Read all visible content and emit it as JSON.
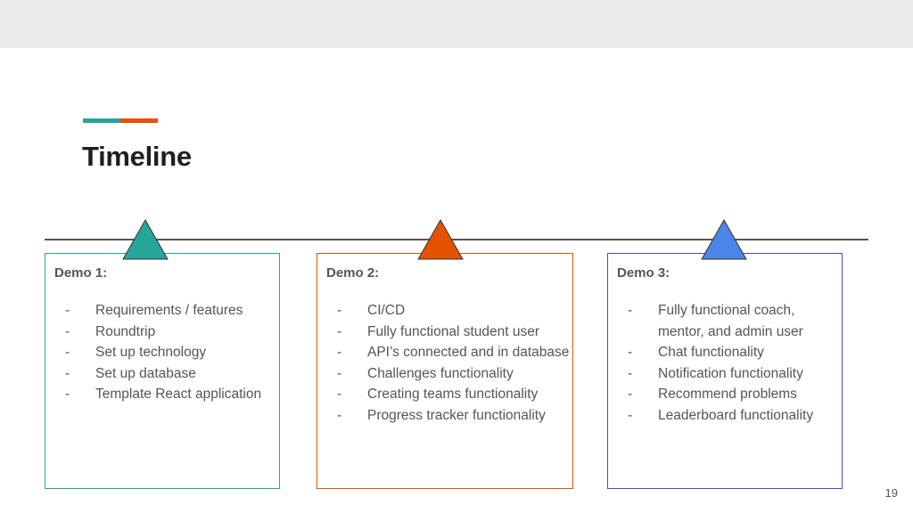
{
  "slide": {
    "title": "Timeline",
    "page_number": "19",
    "accent_colors": [
      "#26a69a",
      "#e65100"
    ]
  },
  "demos": [
    {
      "title": "Demo 1:",
      "color": "#26a69a",
      "items": [
        "Requirements / features",
        "Roundtrip",
        "Set up technology",
        "Set up database",
        "Template React application"
      ]
    },
    {
      "title": "Demo 2:",
      "color": "#e65100",
      "items": [
        "CI/CD",
        "Fully functional student user",
        "API’s connected and in database",
        "Challenges functionality",
        "Creating teams functionality",
        "Progress tracker functionality"
      ]
    },
    {
      "title": "Demo 3:",
      "color": "#3f51b5",
      "marker_color": "#4a86e8",
      "items": [
        "Fully functional coach, mentor, and admin user",
        "Chat functionality",
        "Notification functionality",
        "Recommend problems",
        "Leaderboard functionality"
      ]
    }
  ]
}
